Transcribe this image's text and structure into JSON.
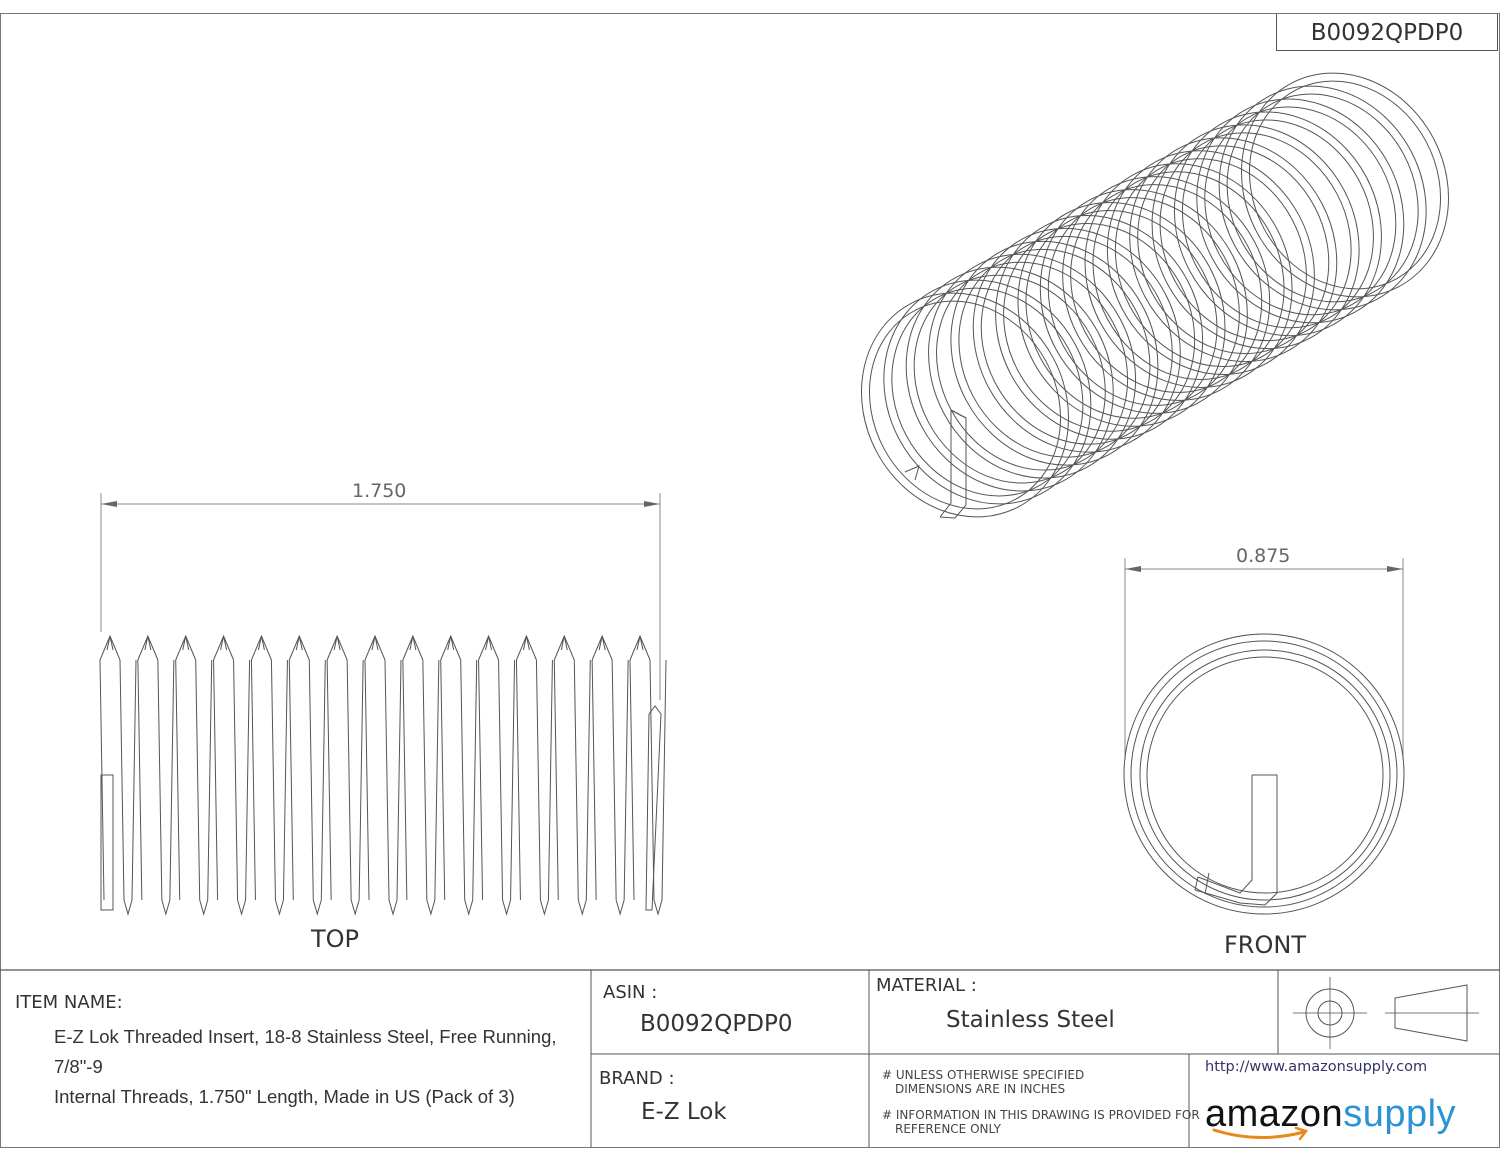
{
  "asin_top": "B0092QPDP0",
  "views": {
    "top_label": "TOP",
    "front_label": "FRONT",
    "top_dimension": "1.750",
    "front_dimension": "0.875"
  },
  "title_block": {
    "item_name_label": "ITEM NAME:",
    "item_name_line1": "E-Z Lok Threaded Insert, 18-8 Stainless Steel, Free Running, 7/8\"-9",
    "item_name_line2": "Internal Threads, 1.750\" Length, Made in US (Pack of 3)",
    "asin_label": "ASIN :",
    "asin_value": "B0092QPDP0",
    "material_label": "MATERIAL :",
    "material_value": "Stainless Steel",
    "brand_label": "BRAND :",
    "brand_value": "E-Z Lok",
    "note1_line1": "# UNLESS OTHERWISE SPECIFIED",
    "note1_line2": "DIMENSIONS ARE IN INCHES",
    "note2_line1": "# INFORMATION IN THIS DRAWING IS PROVIDED FOR",
    "note2_line2": "REFERENCE ONLY",
    "url": "http://www.amazonsupply.com",
    "logo_part1": "amazon",
    "logo_part2": "supply"
  },
  "icons": {
    "projection_symbol": "third-angle-projection-icon",
    "logo_smile": "amazon-smile-icon"
  }
}
